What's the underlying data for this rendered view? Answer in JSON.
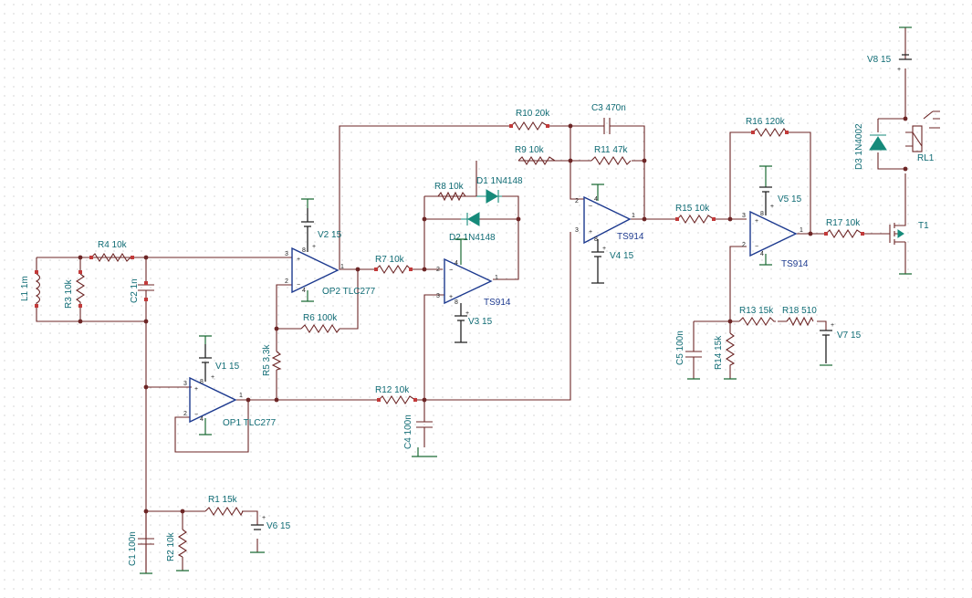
{
  "components": {
    "L1": "L1 1m",
    "R3": "R3 10k",
    "R4": "R4 10k",
    "C2": "C2 1n",
    "C1": "C1 100n",
    "R2": "R2 10k",
    "R1": "R1 15k",
    "V6": "V6 15",
    "V1": "V1 15",
    "OP1": "OP1 TLC277",
    "V2": "V2 15",
    "OP2": "OP2 TLC277",
    "R5": "R5 3,3k",
    "R6": "R6 100k",
    "R7": "R7 10k",
    "R12": "R12 10k",
    "C4": "C4 100n",
    "R8": "R8 10k",
    "D1": "D1 1N4148",
    "D2": "D2 1N4148",
    "OP3": "TS914",
    "V3": "V3 15",
    "R10": "R10 20k",
    "C3": "C3 470n",
    "R9": "R9 10k",
    "R11": "R11 47k",
    "OP4": "TS914",
    "V4": "V4 15",
    "R15": "R15 10k",
    "R16": "R16 120k",
    "V5": "V5 15",
    "OP5": "TS914",
    "R13": "R13 15k",
    "R18": "R18 510",
    "V7": "V7 15",
    "C5": "C5 100n",
    "R14": "R14 15k",
    "R17": "R17 10k",
    "T1": "T1",
    "V8": "V8 15",
    "D3": "D3 1N4002",
    "RL1": "RL1"
  },
  "pins": {
    "one": "1",
    "two": "2",
    "three": "3",
    "four": "4",
    "eight": "8",
    "plus": "+",
    "minus": "−"
  }
}
